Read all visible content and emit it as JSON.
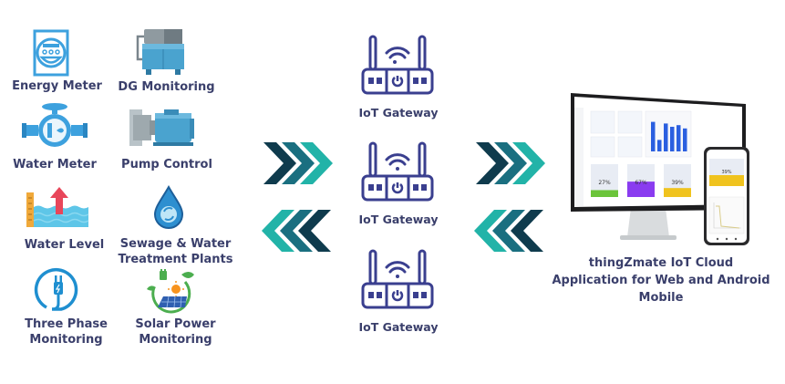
{
  "devices": [
    {
      "label": "Energy Meter",
      "icon": "energy-meter-icon"
    },
    {
      "label": "DG Monitoring",
      "icon": "generator-icon"
    },
    {
      "label": "Water Meter",
      "icon": "water-meter-icon"
    },
    {
      "label": "Pump Control",
      "icon": "pump-icon"
    },
    {
      "label": "Water Level",
      "icon": "water-level-icon"
    },
    {
      "label_line1": "Sewage & Water",
      "label_line2": "Treatment Plants",
      "icon": "water-drop-recycle-icon"
    },
    {
      "label_line1": "Three Phase",
      "label_line2": "Monitoring",
      "icon": "power-plug-icon"
    },
    {
      "label_line1": "Solar Power",
      "label_line2": "Monitoring",
      "icon": "solar-power-icon"
    }
  ],
  "gateways": [
    {
      "label": "IoT Gateway",
      "icon": "router-icon"
    },
    {
      "label": "IoT Gateway",
      "icon": "router-icon"
    },
    {
      "label": "IoT Gateway",
      "icon": "router-icon"
    }
  ],
  "arrows": {
    "right_icon": "triple-chevron-right-icon",
    "left_icon": "triple-chevron-left-icon",
    "colors": [
      "#0f3b4d",
      "#1a6f80",
      "#22b3a8"
    ]
  },
  "cloud": {
    "line1": "thingZmate IoT Cloud",
    "line2": "Application for Web and Android",
    "line3": "Mobile",
    "dashboard": {
      "gauges": [
        {
          "value": "27%",
          "color": "#6bc43a"
        },
        {
          "value": "67%",
          "color": "#8a3cf0"
        },
        {
          "value": "39%",
          "color": "#f0c31e"
        }
      ],
      "bars": [
        0.9,
        0.35,
        0.85,
        0.75,
        0.8,
        0.7
      ],
      "mobile_gauge": {
        "value": "39%",
        "color": "#f0c31e"
      }
    }
  },
  "colors": {
    "text": "#3a3f6b",
    "icon_blue": "#3da1de",
    "router": "#3a3f8f"
  }
}
